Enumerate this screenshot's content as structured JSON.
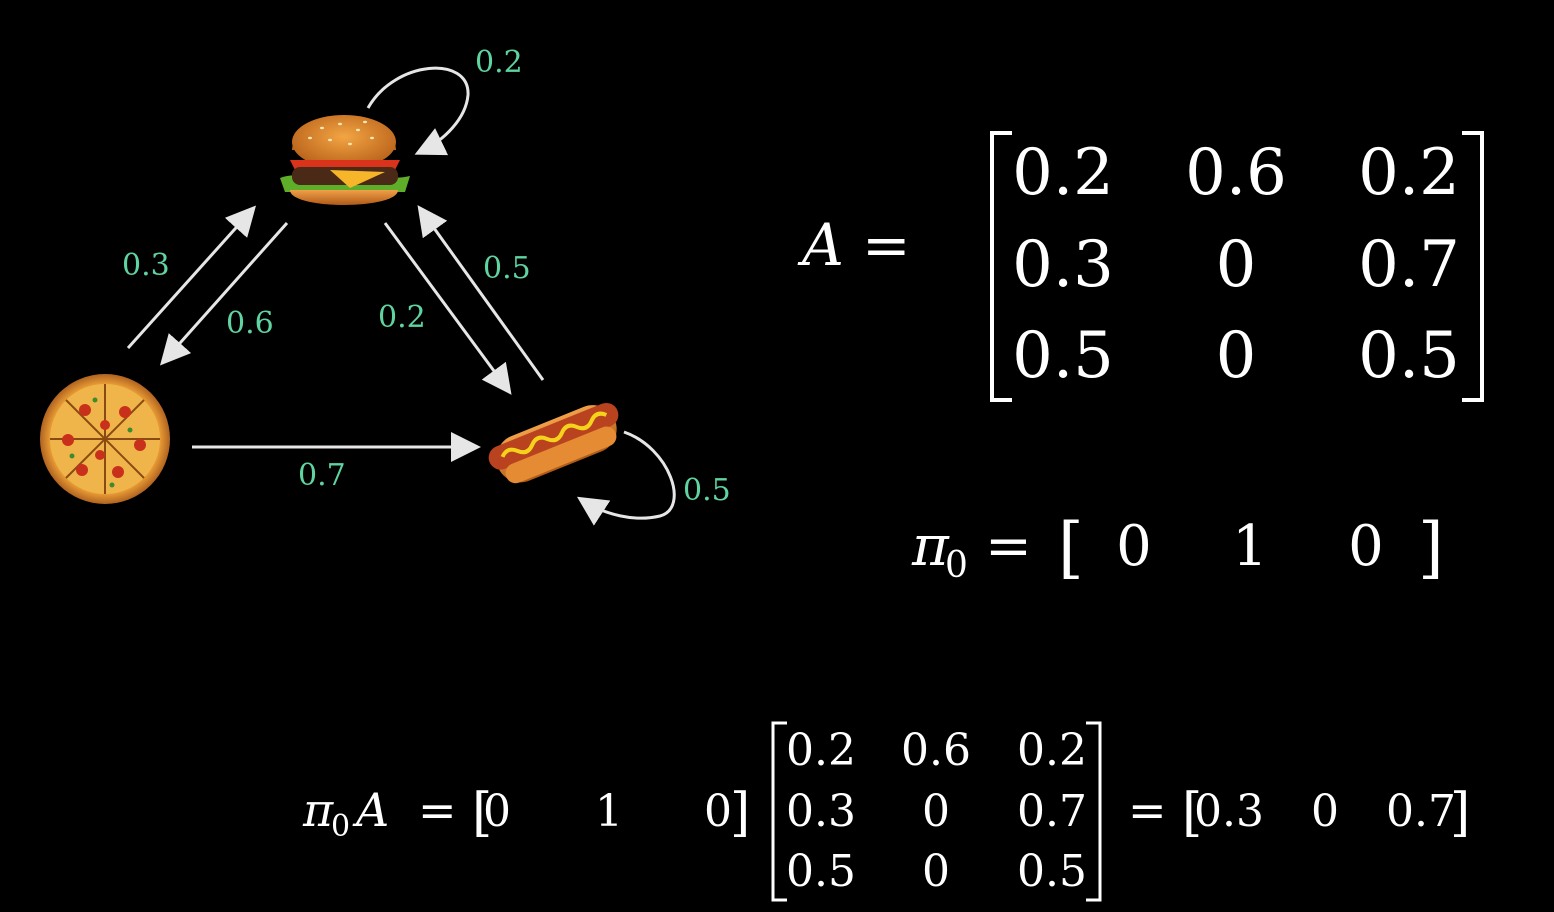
{
  "colors": {
    "background": "#000000",
    "edge_label": "#5fd3a0",
    "arrow": "#e6e6e6",
    "text": "#ffffff"
  },
  "states": {
    "burger": "burger-icon",
    "pizza": "pizza-icon",
    "hotdog": "hotdog-icon"
  },
  "edges": {
    "burger_self": "0.2",
    "pizza_to_burger": "0.3",
    "burger_to_pizza": "0.6",
    "burger_to_hotdog": "0.2",
    "hotdog_to_burger": "0.5",
    "pizza_to_hotdog": "0.7",
    "hotdog_self": "0.5"
  },
  "matrix_A": {
    "label": "A",
    "eq": "=",
    "rows": [
      [
        "0.2",
        "0.6",
        "0.2"
      ],
      [
        "0.3",
        "0",
        "0.7"
      ],
      [
        "0.5",
        "0",
        "0.5"
      ]
    ]
  },
  "pi0": {
    "symbol": "π",
    "sub": "0",
    "eq": "=",
    "lbr": "[",
    "rbr": "]",
    "values": [
      "0",
      "1",
      "0"
    ]
  },
  "product": {
    "pi": "π",
    "sub": "0",
    "A": "A",
    "eq1": "=",
    "lbr": "[",
    "rbr": "]",
    "vec": [
      "0",
      "1",
      "0"
    ],
    "matrix": [
      [
        "0.2",
        "0.6",
        "0.2"
      ],
      [
        "0.3",
        "0",
        "0.7"
      ],
      [
        "0.5",
        "0",
        "0.5"
      ]
    ],
    "eq2": "=",
    "result": [
      "0.3",
      "0",
      "0.7"
    ]
  }
}
